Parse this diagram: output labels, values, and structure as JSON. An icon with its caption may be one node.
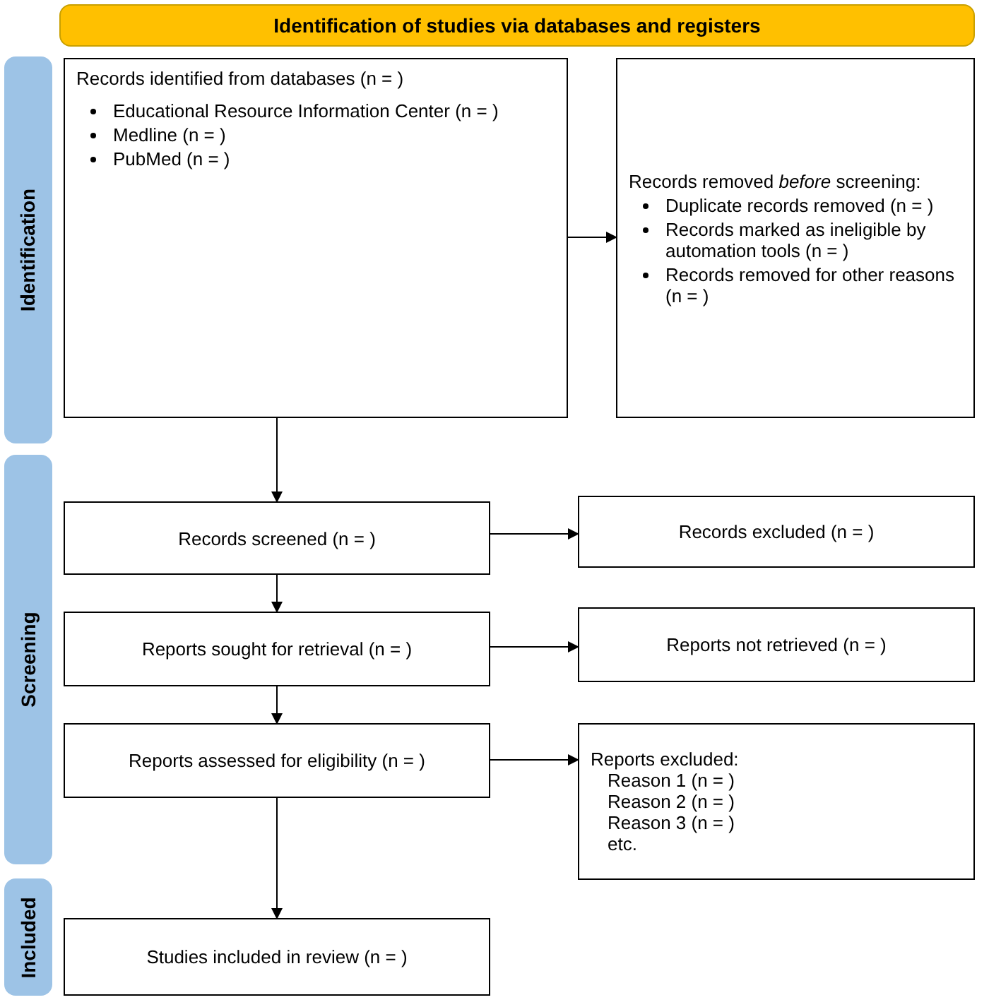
{
  "diagram": {
    "nodes": [
      {
        "text": [
          "Identification of studies via databases and registers"
        ]
      },
      {
        "text": [
          "Identification"
        ]
      },
      {
        "text": [
          "Records identified from databases (n = )",
          "Educational Resource Information Center (n = )",
          "Medline (n = )",
          "PubMed (n = )"
        ]
      },
      {
        "text": [
          "Records removed *before* screening:",
          "Duplicate records removed (n = )",
          "Records marked as ineligible by automation tools (n = )",
          "Records removed for other reasons (n = )"
        ]
      },
      {
        "text": [
          "Screening"
        ]
      },
      {
        "text": [
          "Records screened (n = )"
        ]
      },
      {
        "text": [
          "Records excluded (n = )"
        ]
      },
      {
        "text": [
          "Reports sought for retrieval (n = )"
        ]
      },
      {
        "text": [
          "Reports not retrieved (n = )"
        ]
      },
      {
        "text": [
          "Reports assessed for eligibility (n = )"
        ]
      },
      {
        "text": [
          "Reports excluded:",
          "Reason 1 (n = )",
          "Reason 2 (n = )",
          "Reason 3 (n = )",
          "etc."
        ]
      },
      {
        "text": [
          "Included"
        ]
      },
      {
        "text": [
          "Studies included in review (n = )"
        ]
      }
    ],
    "edges": [
      {
        "from": 2,
        "to": 3,
        "arrow": "to"
      },
      {
        "from": 2,
        "to": 5,
        "arrow": "to"
      },
      {
        "from": 5,
        "to": 6,
        "arrow": "to"
      },
      {
        "from": 5,
        "to": 7,
        "arrow": "to"
      },
      {
        "from": 7,
        "to": 8,
        "arrow": "to"
      },
      {
        "from": 7,
        "to": 9,
        "arrow": "to"
      },
      {
        "from": 9,
        "to": 10,
        "arrow": "to"
      },
      {
        "from": 9,
        "to": 12,
        "arrow": "to"
      }
    ]
  }
}
